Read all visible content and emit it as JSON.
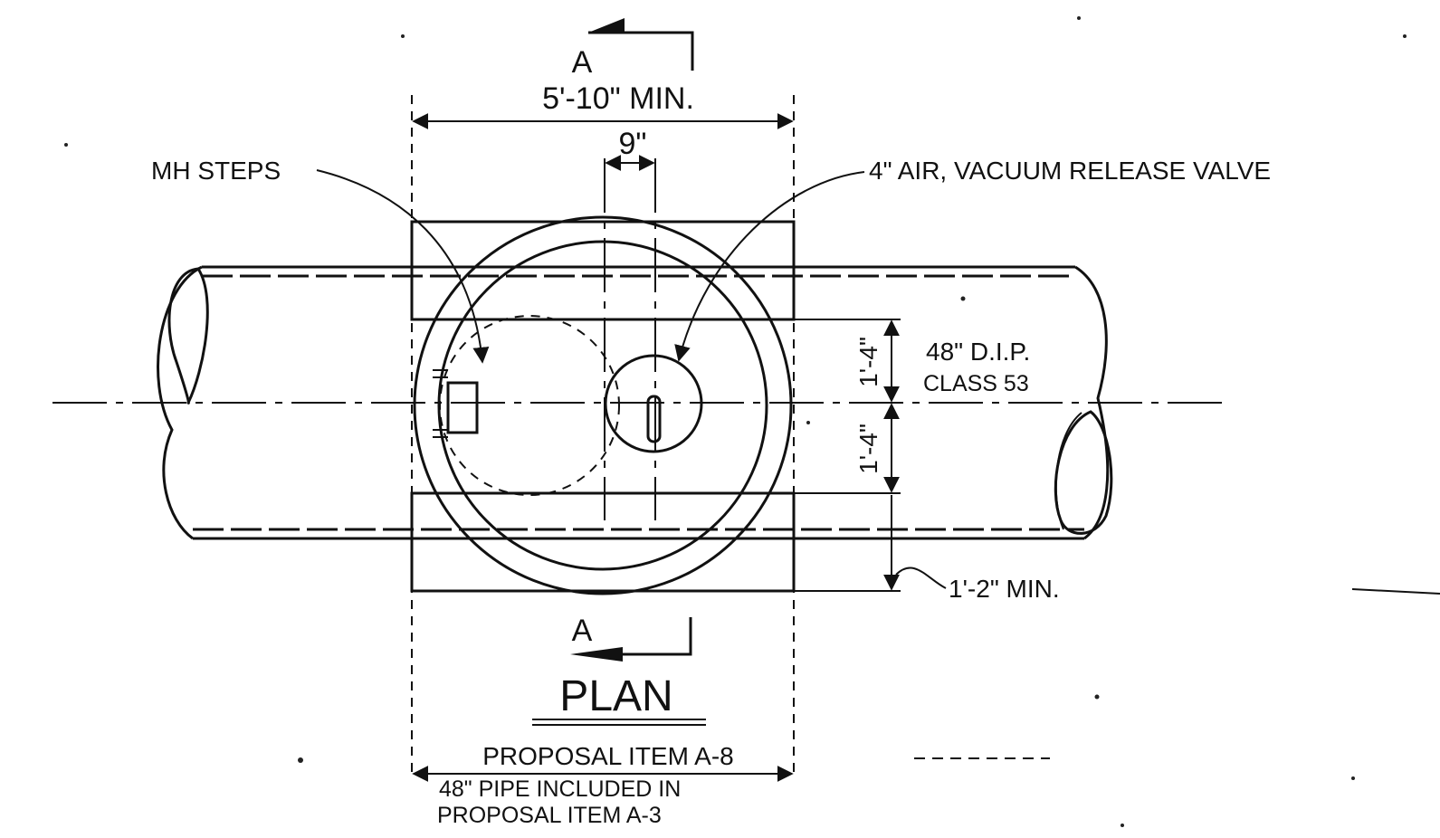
{
  "drawing": {
    "section_marker_top": "A",
    "section_marker_bottom": "A",
    "overall_width": "5'-10\" MIN.",
    "offset_dim": "9\"",
    "steps_label": "MH STEPS",
    "valve_label": "4\" AIR, VACUUM RELEASE VALVE",
    "pipe_label": "48\" D.I.P.",
    "pipe_class": "CLASS 53",
    "half_dim_upper": "1'-4\"",
    "half_dim_lower": "1'-4\"",
    "clearance_dim": "1'-2\" MIN.",
    "view_title": "PLAN",
    "proposal_item": "PROPOSAL ITEM A-8",
    "note_line_1": "48\" PIPE INCLUDED IN",
    "note_line_2": "PROPOSAL ITEM A-3"
  }
}
